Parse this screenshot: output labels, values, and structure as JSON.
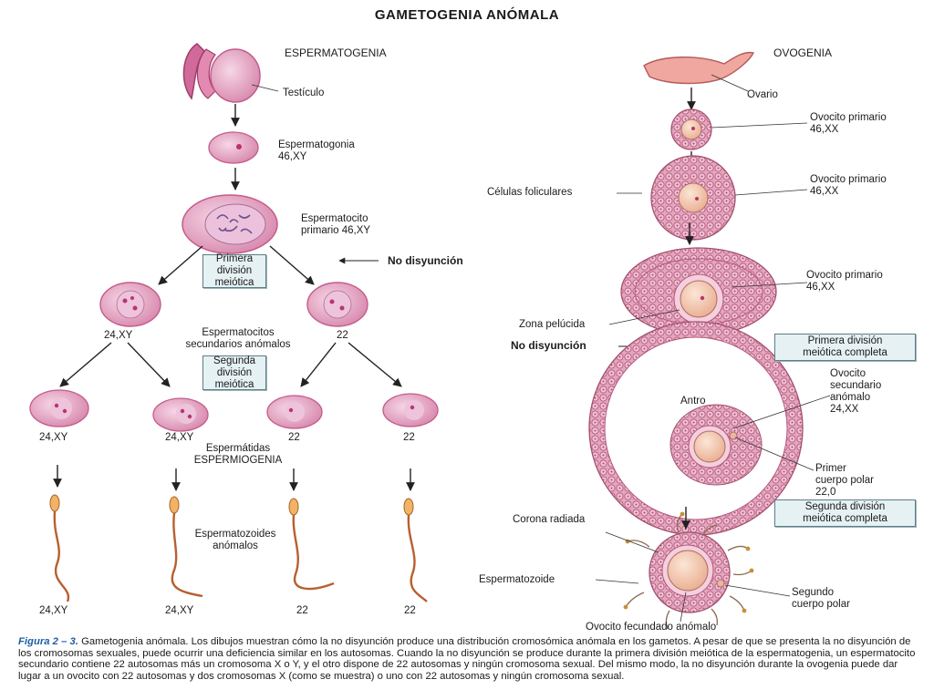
{
  "title": "GAMETOGENIA ANÓMALA",
  "sperm": {
    "heading": "ESPERMATOGENIA",
    "testis": "Testículo",
    "spermatogonia": [
      "Espermatogonia",
      "46,XY"
    ],
    "primary": [
      "Espermatocito",
      "primario 46,XY"
    ],
    "division1": [
      "Primera",
      "división",
      "meiótica"
    ],
    "nondisjunction": "No disyunción",
    "secondary": [
      "Espermatocitos",
      "secundarios anómalos"
    ],
    "sec_left": "24,XY",
    "sec_right": "22",
    "division2": [
      "Segunda",
      "división",
      "meiótica"
    ],
    "spermatid_labels": [
      "24,XY",
      "24,XY",
      "22",
      "22"
    ],
    "spermatids": "Espermátidas",
    "spermiogenesis": "ESPERMIOGENIA",
    "spermatozoa": [
      "Espermatozoides",
      "anómalos"
    ],
    "sperm_labels": [
      "24,XY",
      "24,XY",
      "22",
      "22"
    ]
  },
  "oo": {
    "heading": "OVOGENIA",
    "ovary": "Ovario",
    "primary1": [
      "Ovocito primario",
      "46,XX"
    ],
    "follicular": "Células foliculares",
    "primary2": [
      "Ovocito primario",
      "46,XX"
    ],
    "primary3": [
      "Ovocito primario",
      "46,XX"
    ],
    "zona": "Zona pelúcida",
    "nondisjunction": "No disyunción",
    "division1": [
      "Primera división",
      "meiótica completa"
    ],
    "antrum": "Antro",
    "secondary": [
      "Ovocito",
      "secundario",
      "anómalo",
      "24,XX"
    ],
    "polar1": [
      "Primer",
      "cuerpo polar",
      "22,0"
    ],
    "division2": [
      "Segunda división",
      "meiótica completa"
    ],
    "corona": "Corona radiada",
    "spermatozoon": "Espermatozoide",
    "polar2": [
      "Segundo",
      "cuerpo polar"
    ],
    "fertilized": "Ovocito fecundado anómalo"
  },
  "caption": {
    "figure": "Figura 2 – 3.",
    "text": "Gametogenia anómala. Los dibujos muestran cómo la no disyunción produce una distribución cromosómica anómala en los gametos. A pesar de que se presenta la no disyunción de los cromosomas sexuales, puede ocurrir una deficiencia similar en los autosomas. Cuando la no disyunción se produce durante la primera división meiótica de la espermatogenia, un espermatocito secundario contiene 22 autosomas más un cromosoma X o Y, y el otro dispone de 22 autosomas y ningún cromosoma sexual. Del mismo modo, la no disyunción durante la ovogenia puede dar lugar a un ovocito con 22 autosomas y dos cromosomas X (como se muestra) o uno con 22 autosomas y ningún cromosoma sexual."
  },
  "colors": {
    "cell_fill": "#e9a9c6",
    "cell_edge": "#c45b8a",
    "nucleus": "#c0407a",
    "follicle": "#d98aa6",
    "follicle_edge": "#a3506e",
    "box_fill": "#e6f1f3",
    "caption_accent": "#1d5fa4"
  }
}
